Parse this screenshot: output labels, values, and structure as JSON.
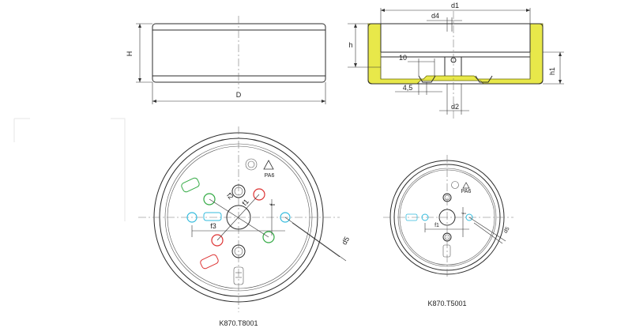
{
  "colors": {
    "insert": "#e8e84a",
    "green": "#33aa44",
    "red": "#dd3333",
    "cyan": "#33bbdd"
  },
  "side_view": {
    "height_label": "H",
    "diameter_label": "D"
  },
  "section_view": {
    "d1": "d1",
    "d4": "d4",
    "h": "h",
    "h1": "h1",
    "dim_10": "10",
    "dim_4_5": "4,5",
    "d2": "d2"
  },
  "top_view_large": {
    "caption": "K870.T8001",
    "material": "PA6",
    "f1": "f1",
    "f2": "f2",
    "f3": "f3",
    "d5": "d5",
    "f": "f"
  },
  "top_view_small": {
    "caption": "K870.T5001",
    "material": "PA6",
    "f": "f",
    "f1": "f1",
    "d5": "d5"
  }
}
